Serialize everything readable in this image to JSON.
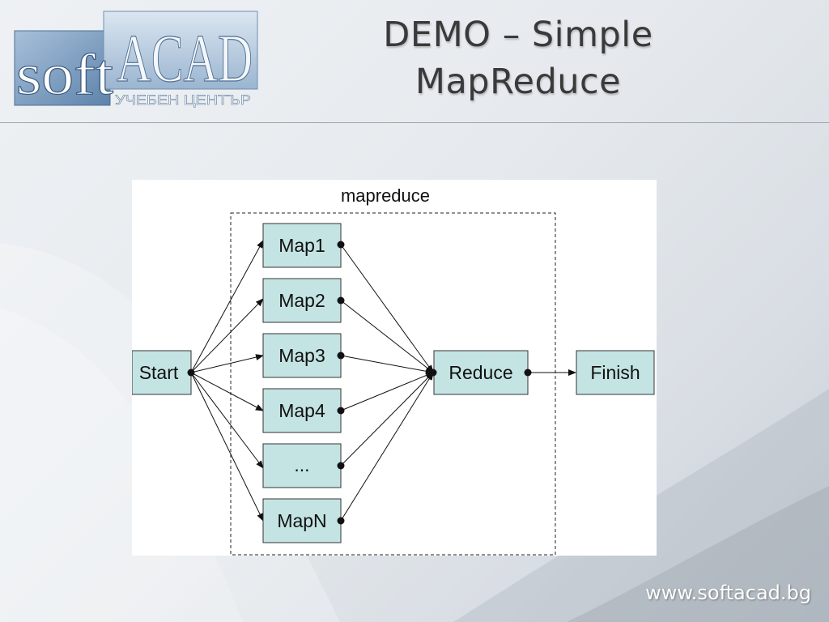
{
  "slide": {
    "title_line1": "DEMO – Simple",
    "title_line2": "MapReduce",
    "footer_url": "www.softacad.bg"
  },
  "logo": {
    "text_soft": "soft",
    "text_acad": "ACAD",
    "subtitle": "УЧЕБЕН ЦЕНТЪР"
  },
  "diagram": {
    "group_label": "mapreduce",
    "nodes": {
      "start": "Start",
      "map1": "Map1",
      "map2": "Map2",
      "map3": "Map3",
      "map4": "Map4",
      "ellipsis": "...",
      "mapn": "MapN",
      "reduce": "Reduce",
      "finish": "Finish"
    }
  },
  "colors": {
    "node_fill": "#c4e4e3",
    "node_stroke": "#333333",
    "title_text": "#3a3a3a",
    "logo_blue": "#6f93b8"
  }
}
